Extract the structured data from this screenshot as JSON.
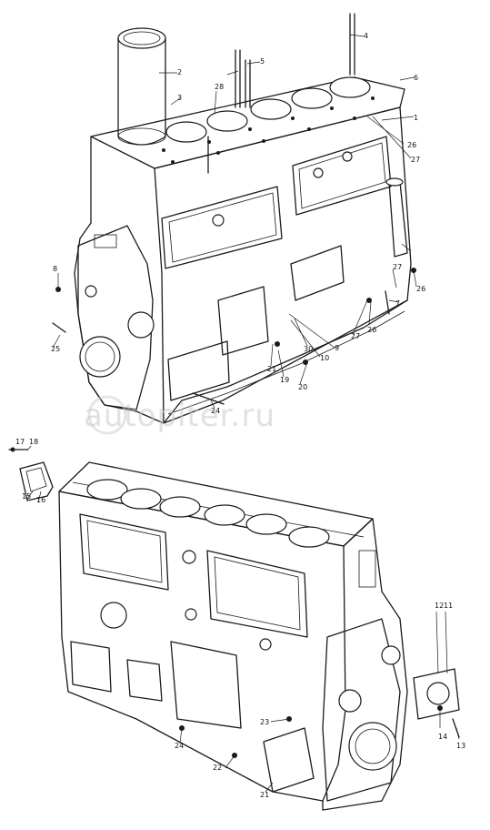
{
  "watermark": "autopiter.ru",
  "upper_callouts": [
    "1",
    "2",
    "3",
    "4",
    "5",
    "6",
    "7",
    "8",
    "9",
    "10",
    "19",
    "20",
    "21",
    "24",
    "25",
    "26",
    "26",
    "26",
    "27",
    "27",
    "27",
    "28",
    "30"
  ],
  "lower_callouts": [
    "11",
    "12",
    "13",
    "14",
    "15",
    "16",
    "17",
    "18",
    "21",
    "22",
    "23",
    "24"
  ]
}
